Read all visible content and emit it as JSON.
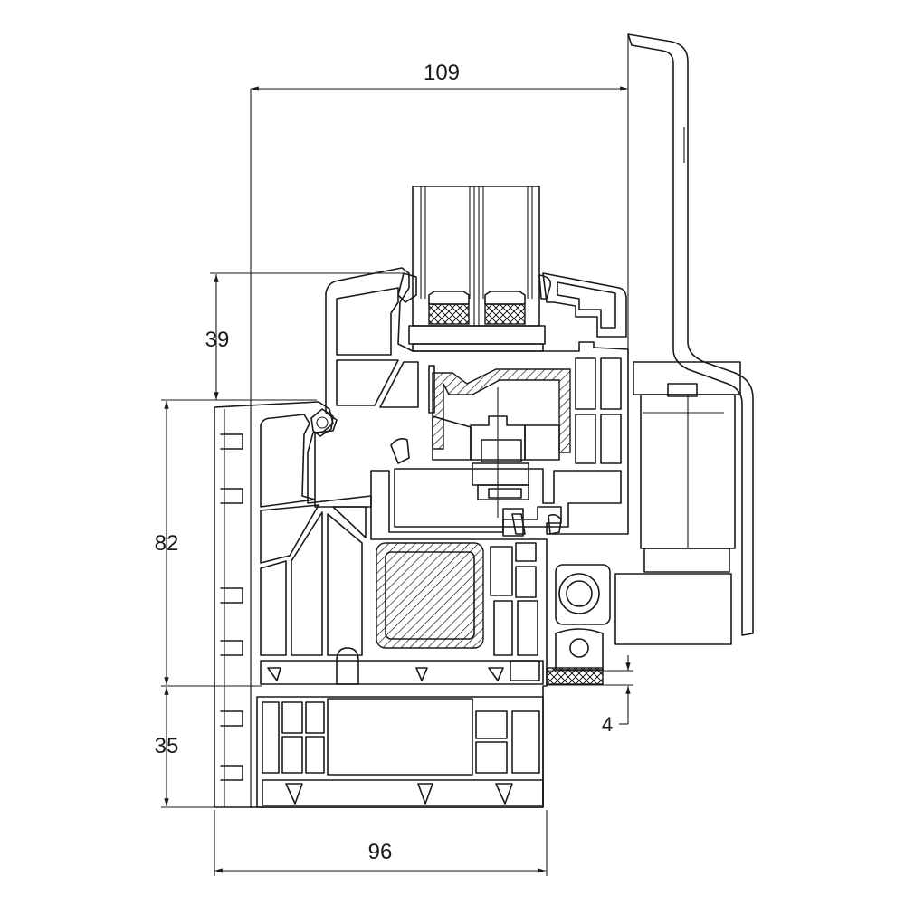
{
  "dimensions": {
    "width_top": "109",
    "height_upper": "39",
    "height_middle": "82",
    "height_lower": "35",
    "width_bottom": "96",
    "offset_right": "4"
  }
}
